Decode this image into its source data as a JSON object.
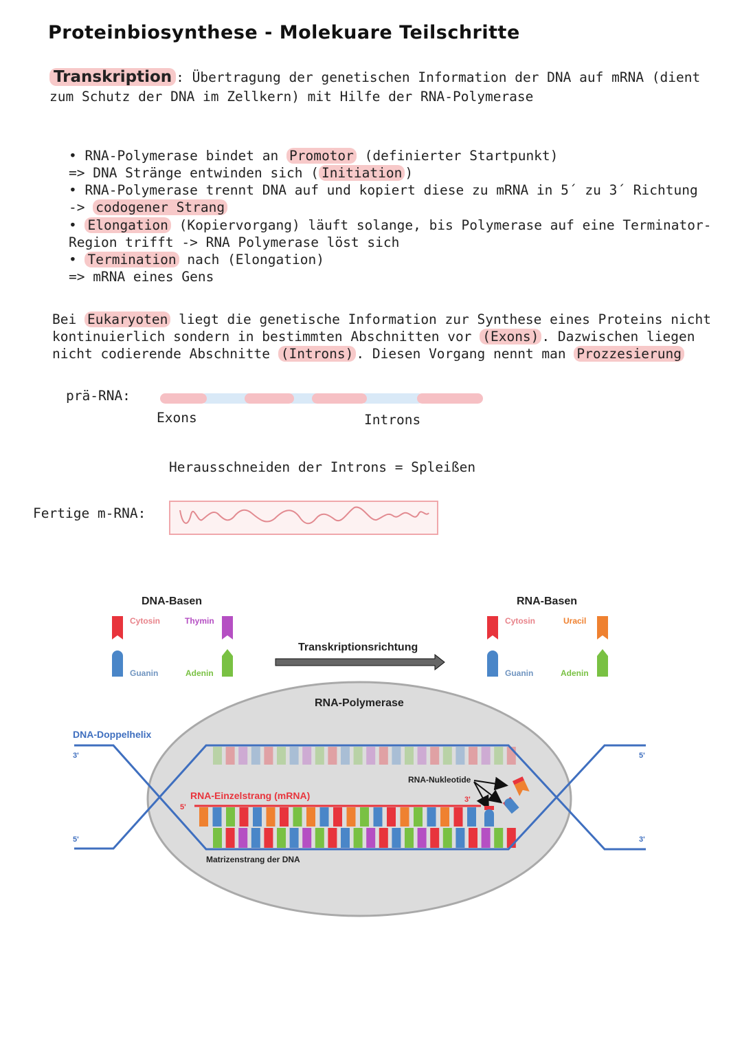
{
  "title": "Proteinbiosynthese - Molekuare Teilschritte",
  "transkription": {
    "heading": "Transkription",
    "line1": ": Übertragung der genetischen Information der DNA auf mRNA (dient",
    "line2": "zum Schutz der DNA im Zellkern) mit Hilfe der  RNA-Polymerase"
  },
  "steps": {
    "s1_pre": "• RNA-Polymerase bindet an ",
    "s1_hl": "Promotor",
    "s1_post": " (definierter Startpunkt)",
    "s2_pre": "=> DNA Stränge entwinden sich (",
    "s2_hl": "Initiation",
    "s2_post": ")",
    "s3": "• RNA-Polymerase trennt DNA auf und kopiert diese zu mRNA in 5´ zu 3´ Richtung",
    "s4_pre": "-> ",
    "s4_hl": "codogener Strang",
    "s5_pre": "• ",
    "s5_hl": "Elongation",
    "s5_post": " (Kopiervorgang) läuft solange, bis Polymerase auf eine Terminator-",
    "s6": "  Region trifft -> RNA Polymerase löst sich",
    "s7_pre": "• ",
    "s7_hl": "Termination",
    "s7_post": " nach (Elongation)",
    "s8": "=> mRNA eines Gens"
  },
  "eukaryoten": {
    "l1_pre": "Bei ",
    "l1_hl": "Eukaryoten",
    "l1_post": " liegt die genetische Information zur Synthese eines Proteins nicht",
    "l2_pre": "kontinuierlich sondern in bestimmten Abschnitten vor ",
    "l2_hl": "(Exons)",
    "l2_post": ". Dazwischen liegen",
    "l3_pre": "nicht codierende Abschnitte ",
    "l3_hl": "(Introns)",
    "l3_mid": ". Diesen Vorgang nennt man ",
    "l3_hl2": "Prozzesierung"
  },
  "pre_rna": {
    "label": "prä-RNA:",
    "exons_label": "Exons",
    "introns_label": "Introns",
    "splicing_text": "Herausschneiden der Introns = Spleißen",
    "final_label": "Fertige m-RNA:"
  },
  "diagram": {
    "dna_bases_title": "DNA-Basen",
    "rna_bases_title": "RNA-Basen",
    "cytosin": "Cytosin",
    "thymin": "Thymin",
    "guanin": "Guanin",
    "adenin": "Adenin",
    "uracil": "Uracil",
    "direction": "Transkriptionsrichtung",
    "polymerase": "RNA-Polymerase",
    "helix": "DNA-Doppelhelix",
    "nucleotide": "RNA-Nukleotide",
    "mrna_strand": "RNA-Einzelstrang (mRNA)",
    "template": "Matrizenstrang der DNA",
    "p3_left": "3'",
    "p5_left": "5'",
    "p5_right": "5'",
    "p3_right": "3'",
    "p5_mrna": "5'",
    "p3_mrna": "3'"
  },
  "colors": {
    "highlight": "#f7c9c9",
    "cytosin": "#e8343c",
    "thymin": "#b54fc3",
    "guanin": "#4a86c8",
    "adenin": "#79c143",
    "uracil": "#ef8130",
    "strand": "#3f6fbf"
  }
}
